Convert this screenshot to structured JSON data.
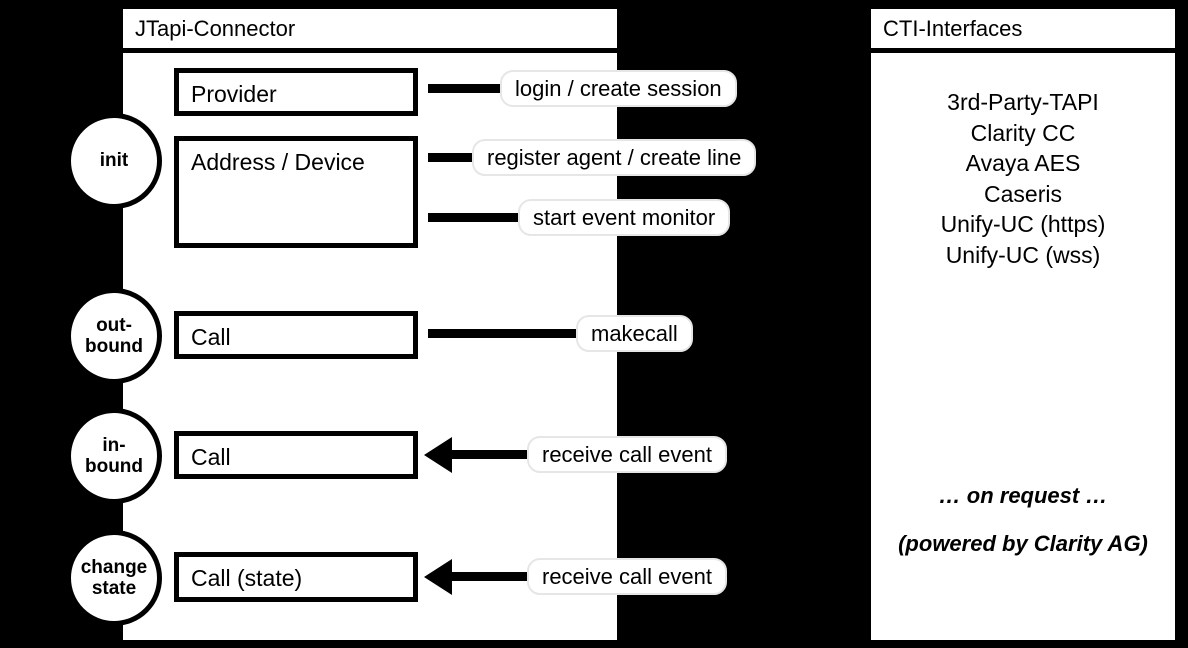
{
  "main_panel": {
    "title": "JTapi-Connector",
    "stages": [
      {
        "id": "init",
        "lines": [
          "init"
        ]
      },
      {
        "id": "outbound",
        "lines": [
          "out-",
          "bound"
        ]
      },
      {
        "id": "inbound",
        "lines": [
          "in-",
          "bound"
        ]
      },
      {
        "id": "change-state",
        "lines": [
          "change",
          "state"
        ]
      }
    ],
    "nodes": [
      {
        "id": "provider",
        "label": "Provider"
      },
      {
        "id": "address-device",
        "label": "Address / Device"
      },
      {
        "id": "call-outbound",
        "label": "Call"
      },
      {
        "id": "call-inbound",
        "label": "Call"
      },
      {
        "id": "call-state",
        "label": "Call (state)"
      }
    ],
    "operations": [
      {
        "id": "login-create-session",
        "label": "login / create session",
        "direction": "outgoing"
      },
      {
        "id": "register-agent-create-line",
        "label": "register agent / create line",
        "direction": "outgoing"
      },
      {
        "id": "start-event-monitor",
        "label": "start event monitor",
        "direction": "outgoing"
      },
      {
        "id": "makecall",
        "label": "makecall",
        "direction": "outgoing"
      },
      {
        "id": "receive-call-event-inbound",
        "label": "receive call event",
        "direction": "incoming"
      },
      {
        "id": "receive-call-event-state",
        "label": "receive call event",
        "direction": "incoming"
      }
    ]
  },
  "cti_panel": {
    "title": "CTI-Interfaces",
    "interfaces": [
      "3rd-Party-TAPI",
      "Clarity CC",
      "Avaya AES",
      "Caseris",
      "Unify-UC (https)",
      "Unify-UC (wss)"
    ],
    "footnotes": [
      "… on request …",
      "(powered by Clarity AG)"
    ]
  },
  "colors": {
    "background": "#000000",
    "panel_fill": "#ffffff",
    "stroke": "#000000",
    "pill_border": "#e6e6e6"
  }
}
